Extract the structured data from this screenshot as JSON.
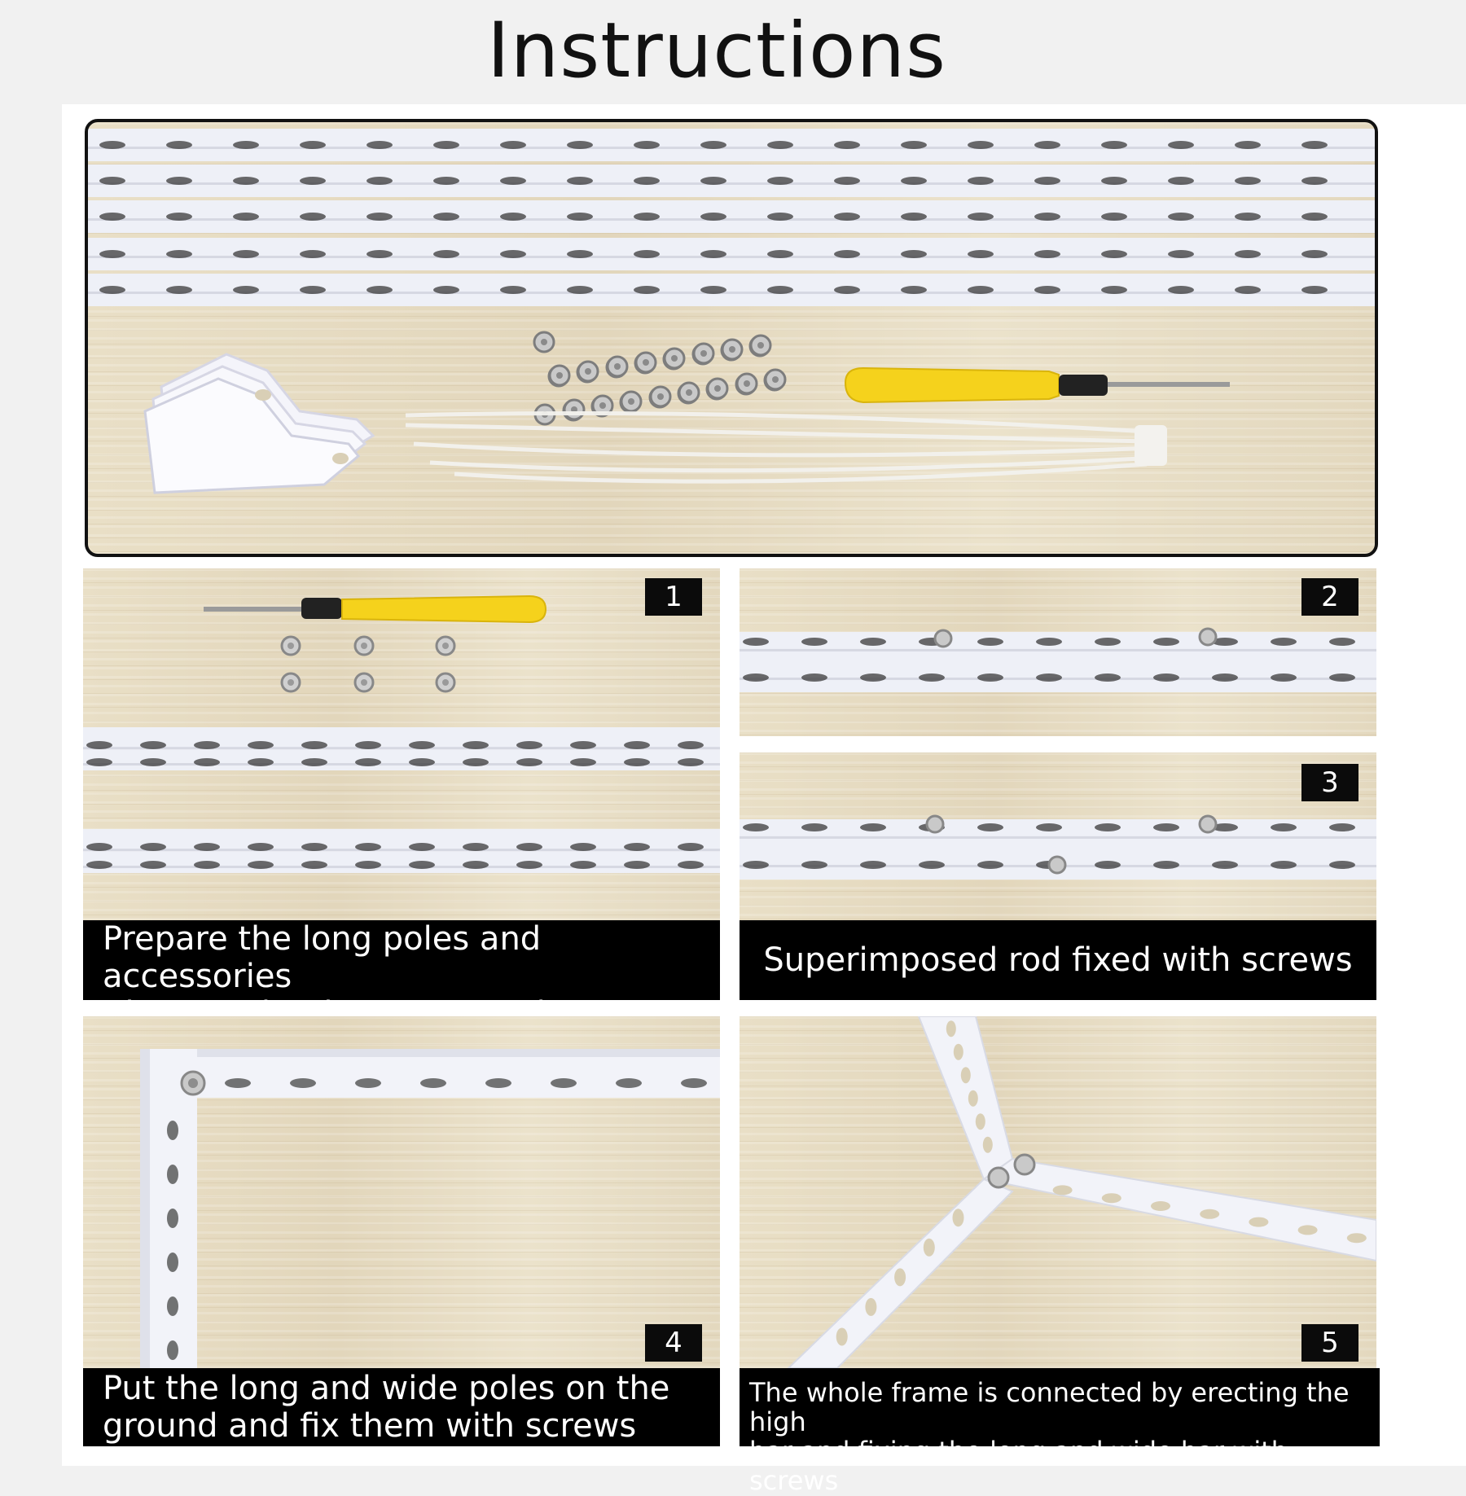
{
  "page": {
    "title": "Instructions"
  },
  "steps": [
    {
      "number": "1",
      "caption_line1": "Prepare the long poles and accessories",
      "caption_line2": " that need to be connected"
    },
    {
      "number": "2"
    },
    {
      "number": "3",
      "caption": "Superimposed rod fixed with screws"
    },
    {
      "number": "4",
      "caption_line1": "Put the long and wide poles on the",
      "caption_line2": "ground and fix them with screws"
    },
    {
      "number": "5",
      "caption_line1": "The whole frame is connected by erecting the high",
      "caption_line2": "bar and fixing the long and wide bar with screws"
    }
  ],
  "colors": {
    "wood": "#e6dcc3",
    "pole": "#eef0f7",
    "screwdriver_handle": "#f5d21c",
    "caption_bg": "#000000",
    "caption_text": "#ffffff"
  },
  "icons": [
    "screwdriver-icon",
    "screw-icon",
    "nut-icon",
    "corner-bracket-icon",
    "cable-tie-icon"
  ]
}
